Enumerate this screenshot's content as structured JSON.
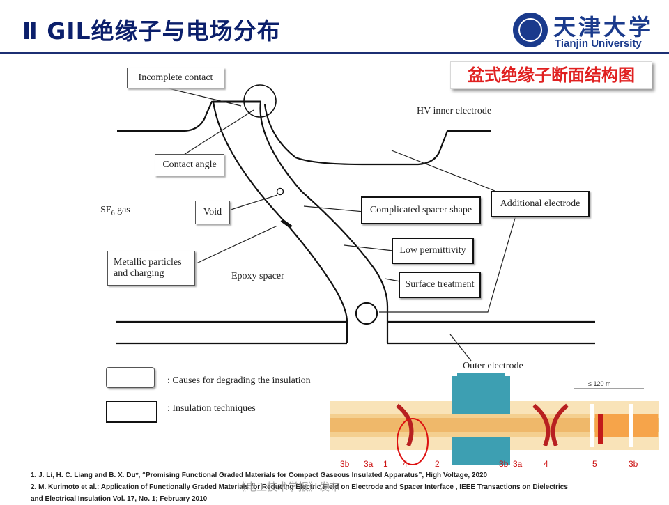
{
  "header": {
    "title": "Ⅱ GIL绝缘子与电场分布",
    "logo_cn": "天津大学",
    "logo_en": "Tianjin University"
  },
  "section_label": "盆式绝缘子断面结构图",
  "diagram": {
    "labels": {
      "incomplete_contact": "Incomplete contact",
      "contact_angle": "Contact angle",
      "void": "Void",
      "metallic_particles_line1": "Metallic particles",
      "metallic_particles_line2": "and charging",
      "sf6_prefix": "SF",
      "sf6_sub": "6",
      "sf6_suffix": " gas",
      "epoxy_spacer": "Epoxy spacer",
      "hv_inner_electrode": "HV inner electrode",
      "complicated_spacer_shape": "Complicated spacer shape",
      "low_permittivity": "Low permittivity",
      "surface_treatment": "Surface treatment",
      "additional_electrode": "Additional electrode",
      "outer_electrode": "Outer electrode"
    },
    "legend": {
      "causes": ": Causes for degrading the insulation",
      "techniques": ": Insulation techniques"
    }
  },
  "photo": {
    "dimension": "≤ 120 m",
    "numbers": [
      "3b",
      "3a",
      "1",
      "4",
      "2",
      "3b",
      "3a",
      "4",
      "5",
      "3b"
    ]
  },
  "references": {
    "ref1": "1. J. Li, H. C. Liang and B. X. Du*, “Promising Functional Graded Materials for Compact Gaseous Insulated Apparatus”, High Voltage, 2020",
    "ref2": "2. M. Kurimoto et al.: Application of Functionally Graded Materials for Reducing Electric Field on Electrode and Spacer Interface , IEEE Transactions on Dielectrics",
    "ref3": "and Electrical Insulation Vol. 17, No. 1; February 2010"
  },
  "watermark": "《电工技术学报》发布"
}
